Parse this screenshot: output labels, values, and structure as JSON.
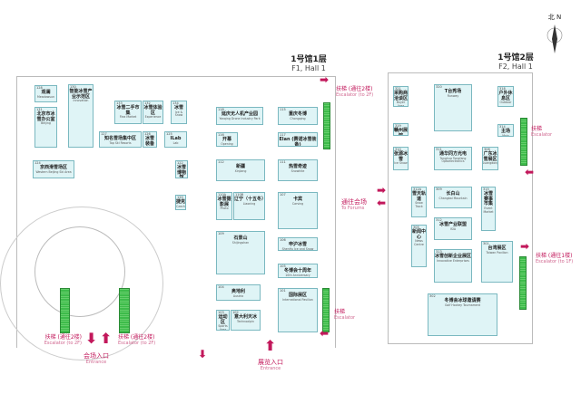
{
  "compass": {
    "label": "北 N"
  },
  "hall1": {
    "zh": "1号馆1层",
    "en": "F1, Hall 1"
  },
  "hall2": {
    "zh": "1号馆2层",
    "en": "F2, Hall 1"
  },
  "booths": [
    {
      "no": "128",
      "zh": "观澜",
      "en": "Meadowsun"
    },
    {
      "no": "131",
      "zh": "北京市冰雪办公室",
      "en": "Beijing"
    },
    {
      "no": "130",
      "zh": "智能冰雪产业示范区",
      "en": "Innovation"
    },
    {
      "no": "133",
      "zh": "冰雪二手市集",
      "en": "Flea Market"
    },
    {
      "no": "132",
      "zh": "冰雪体验区",
      "en": "Experience"
    },
    {
      "no": "134",
      "zh": "冰雪",
      "en": "Ice & Snow"
    },
    {
      "no": "127",
      "zh": "知名雪场集中区",
      "en": "Top Ski Resorts"
    },
    {
      "no": "126",
      "zh": "冰雪装备",
      "en": "Equipment"
    },
    {
      "no": "125",
      "zh": "ILab",
      "en": "Lab"
    },
    {
      "no": "124",
      "zh": "京西滑雪场区",
      "en": "Western Beijing Ski Area"
    },
    {
      "no": "122",
      "zh": "冰雪博物馆",
      "en": "Museum"
    },
    {
      "no": "120",
      "zh": "捷克",
      "en": "Czech"
    },
    {
      "no": "118",
      "zh": "延庆无人机产业园",
      "en": "Yanqing Drone Industry Park"
    },
    {
      "no": "115",
      "zh": "重庆冬博",
      "en": "Chongqing"
    },
    {
      "no": "116",
      "zh": "开幕",
      "en": "Opening"
    },
    {
      "no": "117",
      "zh": "Elan (赛诺冰雪装备)",
      "en": "Elan"
    },
    {
      "no": "112",
      "zh": "新疆",
      "en": "Xinjiang"
    },
    {
      "no": "111",
      "zh": "热雪奇迹",
      "en": "Snowhite"
    },
    {
      "no": "110A",
      "zh": "冰雪摄影展",
      "en": "Photo"
    },
    {
      "no": "110B",
      "zh": "辽宁（十五冬）",
      "en": "Liaoning"
    },
    {
      "no": "107",
      "zh": "卡宾",
      "en": "Carving"
    },
    {
      "no": "109",
      "zh": "石景山",
      "en": "Shijingshan"
    },
    {
      "no": "106",
      "zh": "申沪冰雪",
      "en": "ShenHu Ice and Snow"
    },
    {
      "no": "105",
      "zh": "冬博会十周年",
      "en": "10th Anniversary"
    },
    {
      "no": "104",
      "zh": "奥地利",
      "en": "Austria"
    },
    {
      "no": "103",
      "zh": "运动区",
      "en": "Sports Area"
    },
    {
      "no": "102",
      "zh": "意大利天冰",
      "en": "Technoalpin"
    },
    {
      "no": "101",
      "zh": "国际展区",
      "en": "International Pavilion"
    },
    {
      "no": "321",
      "zh": "采购商洽谈区",
      "en": "Buyer Area"
    },
    {
      "no": "320",
      "zh": "T台秀场",
      "en": "Runway"
    },
    {
      "no": "318",
      "zh": "户外休息区",
      "en": "Outdoor"
    },
    {
      "no": "319",
      "zh": "赣州展馆",
      "en": "Ganzhou"
    },
    {
      "no": "314",
      "zh": "主场",
      "en": "Main"
    },
    {
      "no": "310",
      "zh": "张源冰雪",
      "en": "Ice Snow"
    },
    {
      "no": "311",
      "zh": "通华同方光电",
      "en": "Tonghua Tongfang Optoelectronics"
    },
    {
      "no": "308",
      "zh": "广东冰雪展区",
      "en": "Guangdong"
    },
    {
      "no": "312A",
      "zh": "雪天轨道",
      "en": "Snow Track"
    },
    {
      "no": "309",
      "zh": "长白山",
      "en": "Changbai Mountain"
    },
    {
      "no": "315",
      "zh": "冰雪赛事市集",
      "en": "Event Market"
    },
    {
      "no": "305",
      "zh": "新闻中心",
      "en": "News Centre"
    },
    {
      "no": "312",
      "zh": "冰雪产业联盟",
      "en": "ISIA"
    },
    {
      "no": "313",
      "zh": "冰雪创新企业展区",
      "en": "Innovative Enterprises"
    },
    {
      "no": "301",
      "zh": "台湾展区",
      "en": "Taiwan Pavilion"
    },
    {
      "no": "302",
      "zh": "冬博会冰球邀请赛",
      "en": "Golf Hockey Tournament"
    }
  ],
  "labels": {
    "esc_up": {
      "zh": "扶梯 (通往2楼)",
      "en": "Escalator (to 2F)"
    },
    "esc": {
      "zh": "扶梯",
      "en": "Escalator"
    },
    "esc_down": {
      "zh": "扶梯 (通往1楼)",
      "en": "Escalator (to 1F)"
    },
    "forum": {
      "zh": "通往会场",
      "en": "To Forums"
    },
    "entrance": {
      "zh": "会场入口",
      "en": "Entrance"
    },
    "hall_entrance": {
      "zh": "展览入口",
      "en": "Entrance"
    }
  }
}
